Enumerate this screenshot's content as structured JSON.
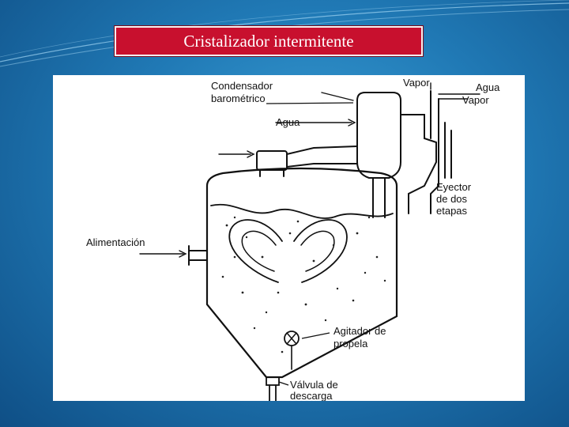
{
  "slide": {
    "title": "Cristalizador intermitente"
  },
  "diagram": {
    "labels": {
      "condensador_line1": "Condensador",
      "condensador_line2": "barométrico",
      "agua_left": "Agua",
      "vapor_top": "Vapor",
      "agua_right": "Agua",
      "vapor_right": "Vapor",
      "eyector_line1": "Eyector",
      "eyector_line2": "de dos",
      "eyector_line3": "etapas",
      "alimentacion": "Alimentación",
      "agitador_line1": "Agitador de",
      "agitador_line2": "propela",
      "valvula_line1": "Válvula de",
      "valvula_line2": "descarga"
    }
  }
}
